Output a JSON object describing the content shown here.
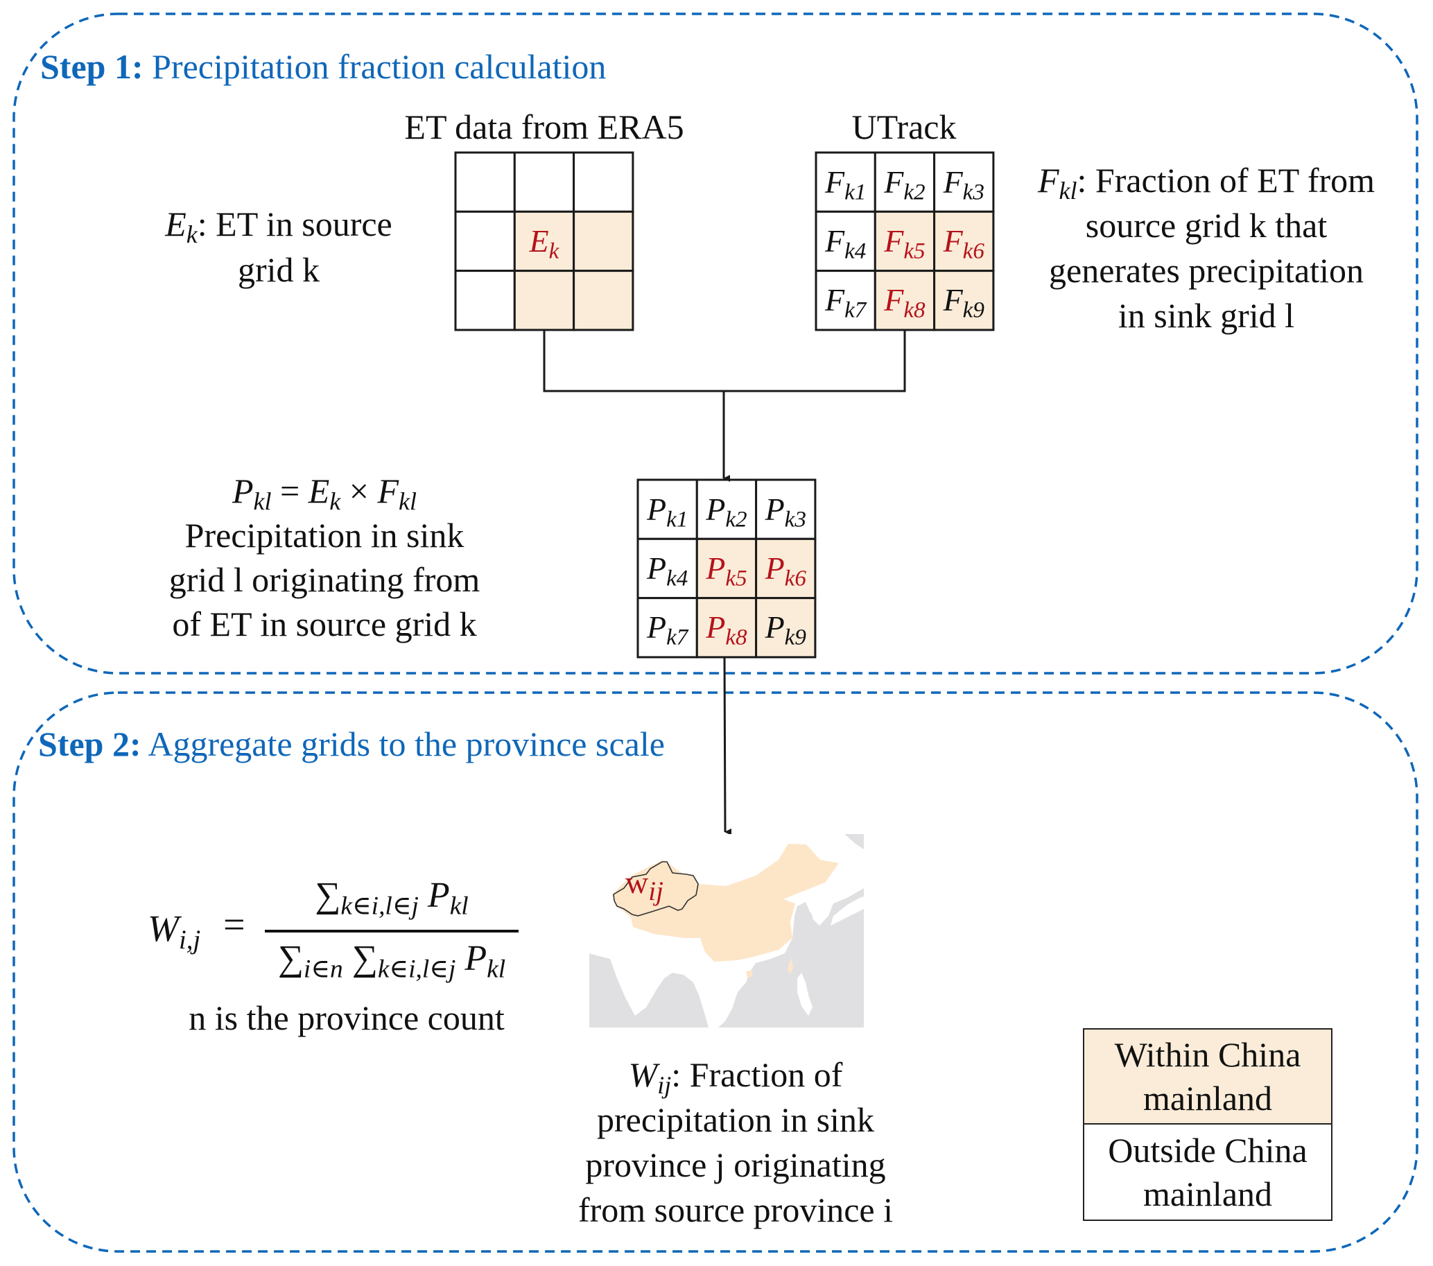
{
  "colors": {
    "accent_blue": "#0f67b9",
    "highlight_fill": "#faecd8",
    "highlight_text": "#b5121b",
    "china_fill": "#fde6c8",
    "ocean_fill": "#e0e0e2",
    "line": "#1a1a1a"
  },
  "step1": {
    "label": "Step 1:",
    "title": "Precipitation fraction calculation",
    "et_grid": {
      "heading": "ET data from ERA5",
      "cell_symbol": "E",
      "cell_sub": "k",
      "highlighted_cells": [
        4,
        5,
        7,
        8
      ],
      "description": {
        "symbol": "E",
        "sub": "k",
        "line1": ": ET in source",
        "line2": "grid k"
      }
    },
    "utrack_grid": {
      "heading": "UTrack",
      "cells": [
        {
          "sym": "F",
          "sub": "k1",
          "highlight": false
        },
        {
          "sym": "F",
          "sub": "k2",
          "highlight": false
        },
        {
          "sym": "F",
          "sub": "k3",
          "highlight": false
        },
        {
          "sym": "F",
          "sub": "k4",
          "highlight": false
        },
        {
          "sym": "F",
          "sub": "k5",
          "highlight": true
        },
        {
          "sym": "F",
          "sub": "k6",
          "highlight": true
        },
        {
          "sym": "F",
          "sub": "k7",
          "highlight": false
        },
        {
          "sym": "F",
          "sub": "k8",
          "highlight": true
        },
        {
          "sym": "F",
          "sub": "k9",
          "highlight": false,
          "fill": true
        }
      ],
      "description": {
        "symbol": "F",
        "sub": "kl",
        "line1": ": Fraction of ET from",
        "line2": "source grid k that",
        "line3": "generates precipitation",
        "line4": "in sink grid l"
      }
    },
    "p_grid": {
      "cells": [
        {
          "sym": "P",
          "sub": "k1",
          "highlight": false
        },
        {
          "sym": "P",
          "sub": "k2",
          "highlight": false
        },
        {
          "sym": "P",
          "sub": "k3",
          "highlight": false
        },
        {
          "sym": "P",
          "sub": "k4",
          "highlight": false
        },
        {
          "sym": "P",
          "sub": "k5",
          "highlight": true
        },
        {
          "sym": "P",
          "sub": "k6",
          "highlight": true
        },
        {
          "sym": "P",
          "sub": "k7",
          "highlight": false
        },
        {
          "sym": "P",
          "sub": "k8",
          "highlight": true
        },
        {
          "sym": "P",
          "sub": "k9",
          "highlight": false,
          "fill": true
        }
      ],
      "formula": {
        "lhs": "P",
        "lhs_sub": "kl",
        "eq": " = ",
        "a": "E",
        "a_sub": "k",
        "times": " × ",
        "b": "F",
        "b_sub": "kl"
      },
      "description": {
        "line1": "Precipitation in sink",
        "line2": "grid l originating from",
        "line3": "of ET in source grid k"
      }
    }
  },
  "step2": {
    "label": "Step 2:",
    "title": "Aggregate grids to the province scale",
    "formula": {
      "lhs": "W",
      "lhs_sub": "i,j",
      "eq": "=",
      "num_sum": "∑",
      "num_sum_sub": "k∈i,l∈j",
      "num_term": "P",
      "num_term_sub": "kl",
      "den_sum1": "∑",
      "den_sum1_sub": "i∈n",
      "den_sum2": "∑",
      "den_sum2_sub": "k∈i,l∈j",
      "den_term": "P",
      "den_term_sub": "kl",
      "note": "n is the province count"
    },
    "map": {
      "label_sym": "w",
      "label_sub": "ij",
      "highlighted_region": "Xinjiang"
    },
    "description": {
      "symbol": "W",
      "sub": "ij",
      "line1": ": Fraction of",
      "line2": "precipitation in sink",
      "line3": "province j originating",
      "line4": "from source province i"
    },
    "legend": {
      "within": [
        "Within China",
        "mainland"
      ],
      "outside": [
        "Outside China",
        "mainland"
      ]
    }
  }
}
